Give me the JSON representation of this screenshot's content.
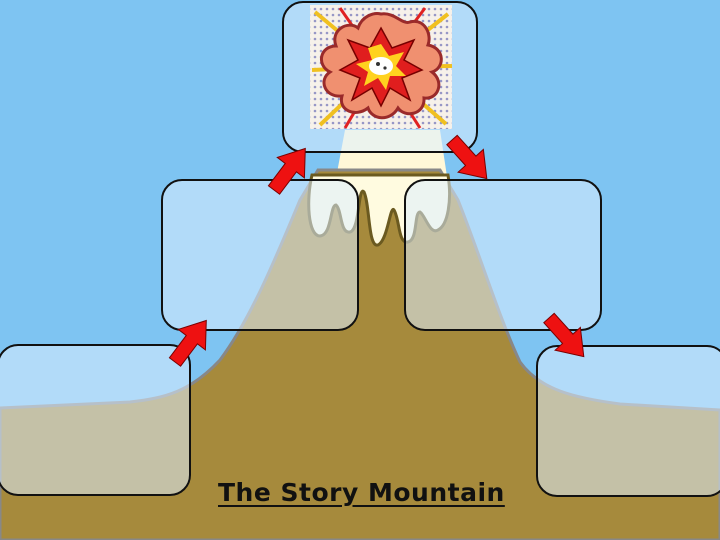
{
  "title": "The Story Mountain",
  "colors": {
    "sky": "#7ec4f2",
    "mountain": "#a68a3c",
    "snow": "#fffbe0",
    "arrow": "#ee1111",
    "box_fill": "#dcefff",
    "box_border": "#111111"
  },
  "boxes": [
    {
      "id": "opening",
      "label": ""
    },
    {
      "id": "build-up",
      "label": ""
    },
    {
      "id": "problem",
      "label": ""
    },
    {
      "id": "resolution",
      "label": ""
    },
    {
      "id": "ending",
      "label": ""
    }
  ],
  "icons": {
    "problem_image": "comic-explosion-icon",
    "arrows": "arrow-icon"
  }
}
